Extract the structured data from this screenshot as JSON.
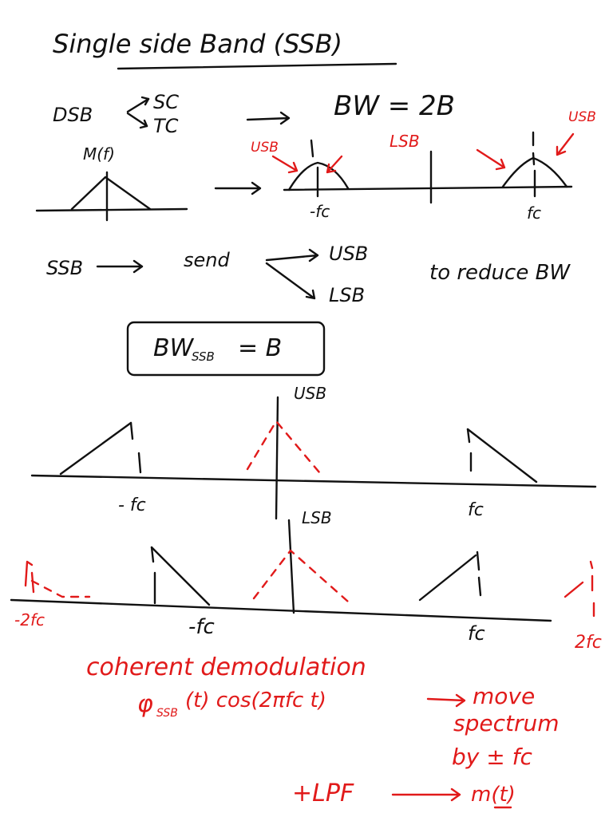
{
  "title": "Single side Band (SSB)",
  "dsb": {
    "label": "DSB",
    "branch_sc": "SC",
    "branch_tc": "TC",
    "bw": "BW = 2B",
    "message_label": "M(f)",
    "usb_left": "USB",
    "lsb_center": "LSB",
    "usb_right": "USB",
    "neg_fc": "-fc",
    "pos_fc": "fc"
  },
  "ssb": {
    "label": "SSB",
    "send": "send",
    "usb": "USB",
    "lsb": "LSB",
    "note": "to reduce BW",
    "boxed_eq_main": "BW",
    "boxed_eq_sub": "SSB",
    "boxed_eq_rhs": "= B"
  },
  "usb_plot": {
    "label": "USB",
    "neg_fc": "- fc",
    "pos_fc": "fc"
  },
  "lsb_plot": {
    "label": "LSB",
    "neg_2fc": "-2fc",
    "neg_fc": "-fc",
    "pos_fc": "fc",
    "pos_2fc": "2fc"
  },
  "notes": {
    "line1": "coherent demodulation",
    "line2_phi": "φ",
    "line2_sub": "SSB",
    "line2_rest": "(t) cos(2πfc t)",
    "line2_tail": "move",
    "line3": "spectrum",
    "line4": "by ± fc",
    "line5_lpf": "+LPF",
    "line5_out": "m(t)"
  },
  "colors": {
    "ink": "#111111",
    "annotation": "#e11a1a"
  }
}
